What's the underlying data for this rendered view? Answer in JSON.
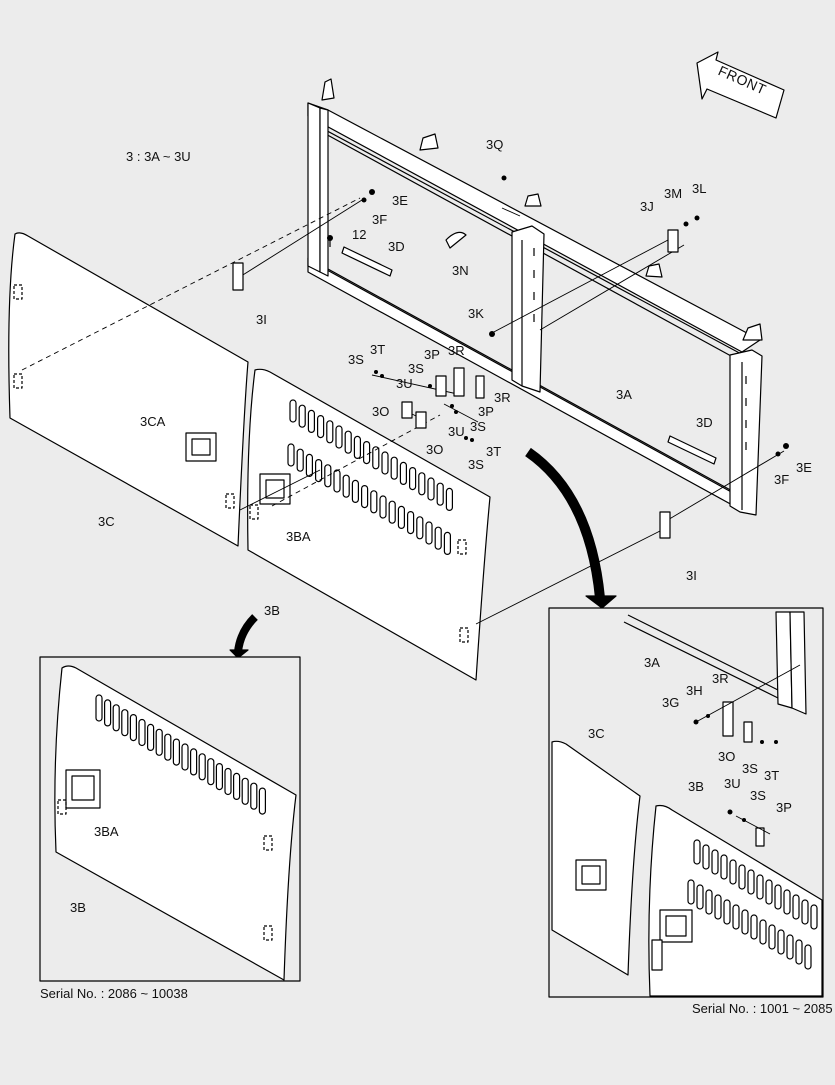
{
  "diagram": {
    "title": "3 : 3A ~ 3U",
    "direction_label": "FRONT",
    "serial_left": "Serial No. : 2086 ~ 10038",
    "serial_right": "Serial No. : 1001 ~ 2085",
    "labels": {
      "q3": "3Q",
      "m3": "3M",
      "l3": "3L",
      "j3": "3J",
      "e3a": "3E",
      "f3a": "3F",
      "n12": "12",
      "d3a": "3D",
      "n3": "3N",
      "i3a": "3I",
      "k3": "3K",
      "t3a": "3T",
      "s3a": "3S",
      "p3a": "3P",
      "r3a": "3R",
      "s3b": "3S",
      "u3a": "3U",
      "r3b": "3R",
      "o3a": "3O",
      "p3b": "3P",
      "u3b": "3U",
      "s3c": "3S",
      "o3b": "3O",
      "t3b": "3T",
      "s3d": "3S",
      "a3a": "3A",
      "d3b": "3D",
      "ca3": "3CA",
      "ba3a": "3BA",
      "c3a": "3C",
      "b3a": "3B",
      "e3b": "3E",
      "f3b": "3F",
      "i3b": "3I",
      "ba3b": "3BA",
      "b3b": "3B",
      "a3b": "3A",
      "r3c": "3R",
      "h3": "3H",
      "g3": "3G",
      "o3c": "3O",
      "s3e": "3S",
      "t3c": "3T",
      "c3b": "3C",
      "b3c": "3B",
      "u3c": "3U",
      "s3f": "3S",
      "p3c": "3P"
    }
  }
}
